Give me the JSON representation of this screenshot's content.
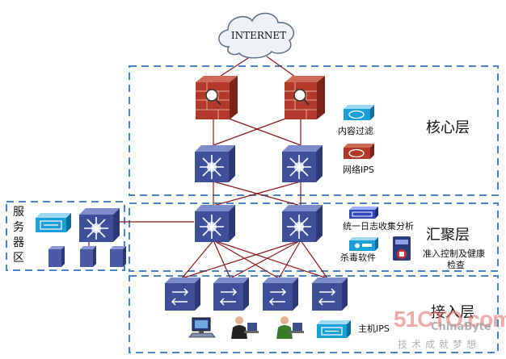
{
  "internet": {
    "label": "INTERNET"
  },
  "layers": {
    "core": "核心层",
    "aggregation": "汇聚层",
    "access": "接入层"
  },
  "server_area": [
    "服",
    "务",
    "器",
    "区"
  ],
  "legend": {
    "content_filter": "内容过滤",
    "network_ips": "网络IPS",
    "log_analysis": "统一日志收集分析",
    "antivirus": "杀毒软件",
    "nac_line1": "准入控制及健康",
    "nac_line2": "检查",
    "host_ips": "主机IPS"
  },
  "watermark": {
    "main": "51CTO.com",
    "sub": "技术成就梦想",
    "brand": "ChinaByte"
  },
  "colors": {
    "region_border": "#4a86c6",
    "line": "#8b1a1a",
    "firewall": "#b33a2a",
    "switch_body": "#3f4f9a",
    "switch_top": "#7f8ccc",
    "device_cyan": "#1aa0d8"
  }
}
